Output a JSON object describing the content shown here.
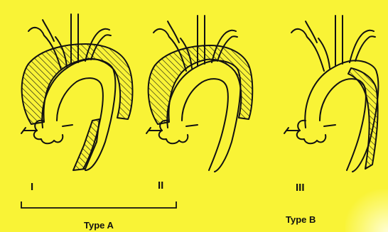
{
  "diagram": {
    "background_color": "#f9f336",
    "stroke_color": "#111111",
    "classes": [
      {
        "numeral": "I",
        "extent": "ascending aorta, arch and descending aorta"
      },
      {
        "numeral": "II",
        "extent": "ascending aorta and arch"
      },
      {
        "numeral": "III",
        "extent": "descending aorta"
      }
    ],
    "groups": [
      {
        "label": "Type A",
        "covers": [
          "I",
          "II"
        ]
      },
      {
        "label": "Type B",
        "covers": [
          "III"
        ]
      }
    ]
  }
}
